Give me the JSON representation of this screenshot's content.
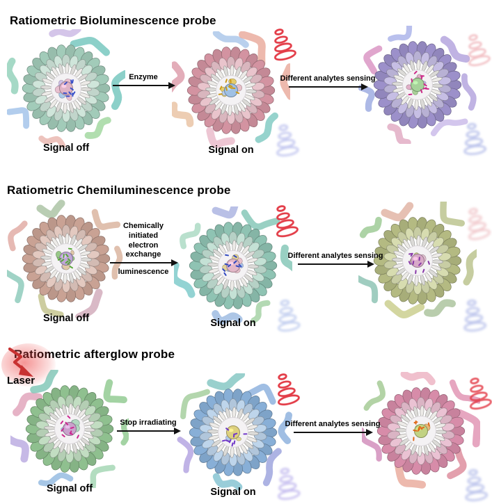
{
  "laser": {
    "label": "Laser",
    "color": "#c83232"
  },
  "rows": [
    {
      "title": "Ratiometric Bioluminescence probe",
      "signal_off_label": "Signal off",
      "signal_on_label": "Signal on",
      "arrow1_label": "Enzyme",
      "arrow2_label": "Different analytes sensing",
      "particles": {
        "off": {
          "seed": "r1off",
          "shell": "#a2cbb9",
          "shell2": "#cfe5da",
          "core": "#dfb3c6",
          "inner": [
            "#a8c8e8",
            "#cfc0e8",
            "#e8c0d0"
          ],
          "marks": "#3a50c8",
          "corona": [
            "#6fc4bc",
            "#9ed69b",
            "#e9b4ac",
            "#9fc0e8",
            "#8fd0b8",
            "#c9b6e4"
          ]
        },
        "on": {
          "seed": "r1on",
          "shell": "#d393a1",
          "shell2": "#e9c4cc",
          "core": "#9fc0e4",
          "inner": [
            "#e4cc6c",
            "#b8cce8",
            "#e8c0c8"
          ],
          "marks": "#cc9818",
          "corona": [
            "#e8a898",
            "#7cc8c0",
            "#e8b8c8",
            "#e8c0a0",
            "#dc98a8",
            "#a8c4e8"
          ]
        },
        "end": {
          "seed": "r1end",
          "shell": "#9c90ca",
          "shell2": "#c6bee4",
          "core": "#a6d29a",
          "inner": [
            "#a8d098",
            "#c8b8e8",
            "#e0b0c8"
          ],
          "marks": "#cc2888",
          "corona": [
            "#b0a0dc",
            "#c8b8e8",
            "#e0a8c0",
            "#98a8e0",
            "#d890c0",
            "#a8b0e8"
          ]
        }
      },
      "emissions": {
        "on_top": {
          "color": "#e23440",
          "opacity": 0.95,
          "blur": 0,
          "rot": -15
        },
        "on_bottom": {
          "color": "#8890e0",
          "opacity": 0.5,
          "blur": 1.6,
          "rot": -10
        },
        "end_top": {
          "color": "#e89098",
          "opacity": 0.55,
          "blur": 1.4,
          "rot": -15
        },
        "end_bottom": {
          "color": "#7888d8",
          "opacity": 0.5,
          "blur": 1.6,
          "rot": -8
        }
      }
    },
    {
      "title": "Ratiometric Chemiluminescence probe",
      "signal_off_label": "Signal off",
      "signal_on_label": "Signal on",
      "arrow1_label": "Chemically\ninitiated\nelectron\nexchange",
      "arrow1_label_below": "luminescence",
      "arrow2_label": "Different analytes sensing",
      "particles": {
        "off": {
          "seed": "r2off",
          "shell": "#c9a294",
          "shell2": "#e3c9c0",
          "core": "#bfa6d6",
          "inner": [
            "#98c888",
            "#c0b0d8",
            "#e0c8a8"
          ],
          "marks": "#58a838",
          "corona": [
            "#d8b09a",
            "#d0a8b8",
            "#c0c088",
            "#88c8b8",
            "#e0a8a0",
            "#a8c0a0"
          ]
        },
        "on": {
          "seed": "r2on",
          "shell": "#8fc3b3",
          "shell2": "#c4e1d5",
          "core": "#e3b7c8",
          "inner": [
            "#a8c0e8",
            "#e8c0cc",
            "#e0d098"
          ],
          "marks": "#3048c0",
          "corona": [
            "#80c4b4",
            "#a0d0a0",
            "#98b8e0",
            "#78c8c8",
            "#a8d8c0",
            "#a8b0e0"
          ]
        },
        "end": {
          "seed": "r2end",
          "shell": "#b4ba82",
          "shell2": "#d7dcb0",
          "core": "#d8aac8",
          "inner": [
            "#c8d088",
            "#a8c8e0",
            "#e0c0d0"
          ],
          "marks": "#8838a8",
          "corona": [
            "#b8c088",
            "#a8c098",
            "#c8cc88",
            "#88c0b0",
            "#98c890",
            "#e0b0a0"
          ]
        }
      },
      "emissions": {
        "on_top": {
          "color": "#e23440",
          "opacity": 0.95,
          "blur": 0,
          "rot": -15
        },
        "on_bottom": {
          "color": "#88a0e0",
          "opacity": 0.5,
          "blur": 1.6,
          "rot": -10
        },
        "end_top": {
          "color": "#e08890",
          "opacity": 0.45,
          "blur": 1.8,
          "rot": -15
        },
        "end_bottom": {
          "color": "#7888d8",
          "opacity": 0.5,
          "blur": 1.8,
          "rot": -8
        }
      }
    },
    {
      "title": "Ratiometric afterglow probe",
      "signal_off_label": "Signal off",
      "signal_on_label": "Signal on",
      "arrow1_label": "Stop irradiating",
      "arrow2_label": "Different analytes sensing",
      "particles": {
        "off": {
          "seed": "r3off",
          "shell": "#8fc08f",
          "shell2": "#c2ddc2",
          "core": "#c9a2cc",
          "inner": [
            "#e0b8d0",
            "#a8c8e8",
            "#b0d8c0"
          ],
          "marks": "#cc2890",
          "corona": [
            "#8cc88c",
            "#a0d4b0",
            "#90b8e0",
            "#b8a8e0",
            "#e0a0b8",
            "#7cc4b4"
          ]
        },
        "on": {
          "seed": "r3on",
          "shell": "#88afd7",
          "shell2": "#bed5eb",
          "core": "#ddd07e",
          "inner": [
            "#e0d890",
            "#b8d8a8",
            "#b0c8e8"
          ],
          "marks": "#7038c8",
          "corona": [
            "#88aedc",
            "#98a0dc",
            "#80c0d0",
            "#b0a0e0",
            "#a0cc98",
            "#80c4c0"
          ]
        },
        "end": {
          "seed": "r3end",
          "shell": "#d78ca9",
          "shell2": "#eac2d3",
          "core": "#c2d283",
          "inner": [
            "#ccd888",
            "#e8b878",
            "#e8c0c8"
          ],
          "marks": "#e06818",
          "corona": [
            "#e090b0",
            "#dc8898",
            "#e8a898",
            "#d088b8",
            "#a0c890",
            "#ecb0c0"
          ]
        }
      },
      "emissions": {
        "on_top": {
          "color": "#e23440",
          "opacity": 0.95,
          "blur": 0,
          "rot": -15
        },
        "on_bottom": {
          "color": "#9080e0",
          "opacity": 0.5,
          "blur": 1.6,
          "rot": -10
        },
        "end_top": {
          "color": "#e23440",
          "opacity": 0.8,
          "blur": 0.6,
          "rot": -15
        },
        "end_bottom": {
          "color": "#7888d8",
          "opacity": 0.5,
          "blur": 1.8,
          "rot": -8
        }
      }
    }
  ]
}
